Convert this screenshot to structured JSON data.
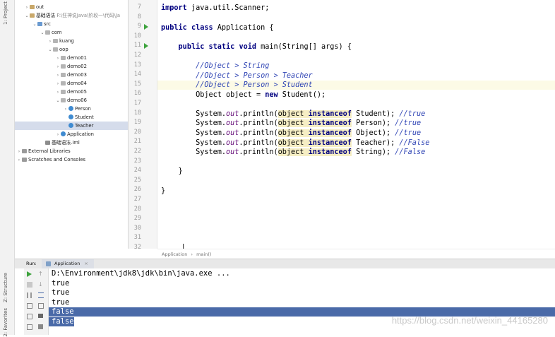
{
  "left_strip": {
    "project_label": "1: Project",
    "structure_label": "Z: Structure",
    "favorites_label": "2: Favorites"
  },
  "project_tree": [
    {
      "label": "out",
      "icon": "folder-icon",
      "indent": 1,
      "arrow": "right"
    },
    {
      "label": "基础语法",
      "path": "F:\\狂神说Java\\阶段一\\代码\\Ja",
      "icon": "module-folder-icon",
      "indent": 1,
      "arrow": "down"
    },
    {
      "label": "src",
      "icon": "source-folder-icon",
      "indent": 2,
      "arrow": "down"
    },
    {
      "label": "com",
      "icon": "package-icon",
      "indent": 3,
      "arrow": "down"
    },
    {
      "label": "kuang",
      "icon": "package-icon",
      "indent": 4,
      "arrow": "right"
    },
    {
      "label": "oop",
      "icon": "package-icon",
      "indent": 4,
      "arrow": "down"
    },
    {
      "label": "demo01",
      "icon": "package-icon",
      "indent": 5,
      "arrow": "right"
    },
    {
      "label": "demo02",
      "icon": "package-icon",
      "indent": 5,
      "arrow": "right"
    },
    {
      "label": "demo03",
      "icon": "package-icon",
      "indent": 5,
      "arrow": "right"
    },
    {
      "label": "demo04",
      "icon": "package-icon",
      "indent": 5,
      "arrow": "right"
    },
    {
      "label": "demo05",
      "icon": "package-icon",
      "indent": 5,
      "arrow": "right"
    },
    {
      "label": "demo06",
      "icon": "package-icon",
      "indent": 5,
      "arrow": "down"
    },
    {
      "label": "Person",
      "icon": "class-icon",
      "indent": 6,
      "arrow": "right"
    },
    {
      "label": "Student",
      "icon": "class-icon",
      "indent": 6,
      "arrow": ""
    },
    {
      "label": "Teacher",
      "icon": "class-icon",
      "indent": 6,
      "arrow": "",
      "selected": true
    },
    {
      "label": "Application",
      "icon": "class-icon",
      "indent": 5,
      "arrow": "right"
    },
    {
      "label": "基础语法.iml",
      "icon": "iml-file-icon",
      "indent": 3,
      "arrow": ""
    },
    {
      "label": "External Libraries",
      "icon": "library-icon",
      "indent": 0,
      "arrow": "right"
    },
    {
      "label": "Scratches and Consoles",
      "icon": "scratch-icon",
      "indent": 0,
      "arrow": "right"
    }
  ],
  "line_numbers": [
    "7",
    "8",
    "9",
    "10",
    "11",
    "12",
    "13",
    "14",
    "15",
    "16",
    "17",
    "18",
    "19",
    "20",
    "21",
    "22",
    "23",
    "24",
    "25",
    "26",
    "27",
    "28",
    "29",
    "30",
    "31",
    "32"
  ],
  "code": {
    "l7": {
      "kw": "import",
      "rest": " java.util.Scanner;"
    },
    "l9": {
      "kw1": "public",
      "kw2": "class",
      "rest": " Application {"
    },
    "l11": {
      "kw1": "public",
      "kw2": "static",
      "kw3": "void",
      "rest": " main(String[] args) {"
    },
    "l13": "//Object > String",
    "l14": "//Object > Person > Teacher",
    "l15": "//Object > Person > Student",
    "l16": {
      "a": "Object object = ",
      "kw": "new",
      "b": " Student();"
    },
    "l18": {
      "pre": "System.",
      "out": "out",
      "mid": ".println(",
      "obj": "object",
      "io": "instanceof",
      "type": "Student",
      "end": "); ",
      "cm": "//true"
    },
    "l19": {
      "pre": "System.",
      "out": "out",
      "mid": ".println(",
      "obj": "object",
      "io": "instanceof",
      "type": "Person",
      "end": "); ",
      "cm": "//true"
    },
    "l20": {
      "pre": "System.",
      "out": "out",
      "mid": ".println(",
      "obj": "object",
      "io": "instanceof",
      "type": "Object",
      "end": "); ",
      "cm": "//true"
    },
    "l21": {
      "pre": "System.",
      "out": "out",
      "mid": ".println(",
      "obj": "object",
      "io": "instanceof",
      "type": "Teacher",
      "end": "); ",
      "cm": "//False"
    },
    "l22": {
      "pre": "System.",
      "out": "out",
      "mid": ".println(",
      "obj": "object",
      "io": "instanceof",
      "type": "String",
      "end": "); ",
      "cm": "//False"
    },
    "l24": "}",
    "l26": "}"
  },
  "breadcrumb": {
    "cls": "Application",
    "sep": "›",
    "method": "main()"
  },
  "run_panel": {
    "label": "Run:",
    "tab": "Application",
    "command": "D:\\Environment\\jdk8\\jdk\\bin\\java.exe ...",
    "output": [
      "true",
      "true",
      "true",
      "false",
      "false"
    ]
  },
  "watermark": "https://blog.csdn.net/weixin_44165280",
  "colors": {
    "keyword": "#000080",
    "comment": "#3045b5",
    "selection": "#4a6aa8",
    "run_green": "#3da33d"
  }
}
